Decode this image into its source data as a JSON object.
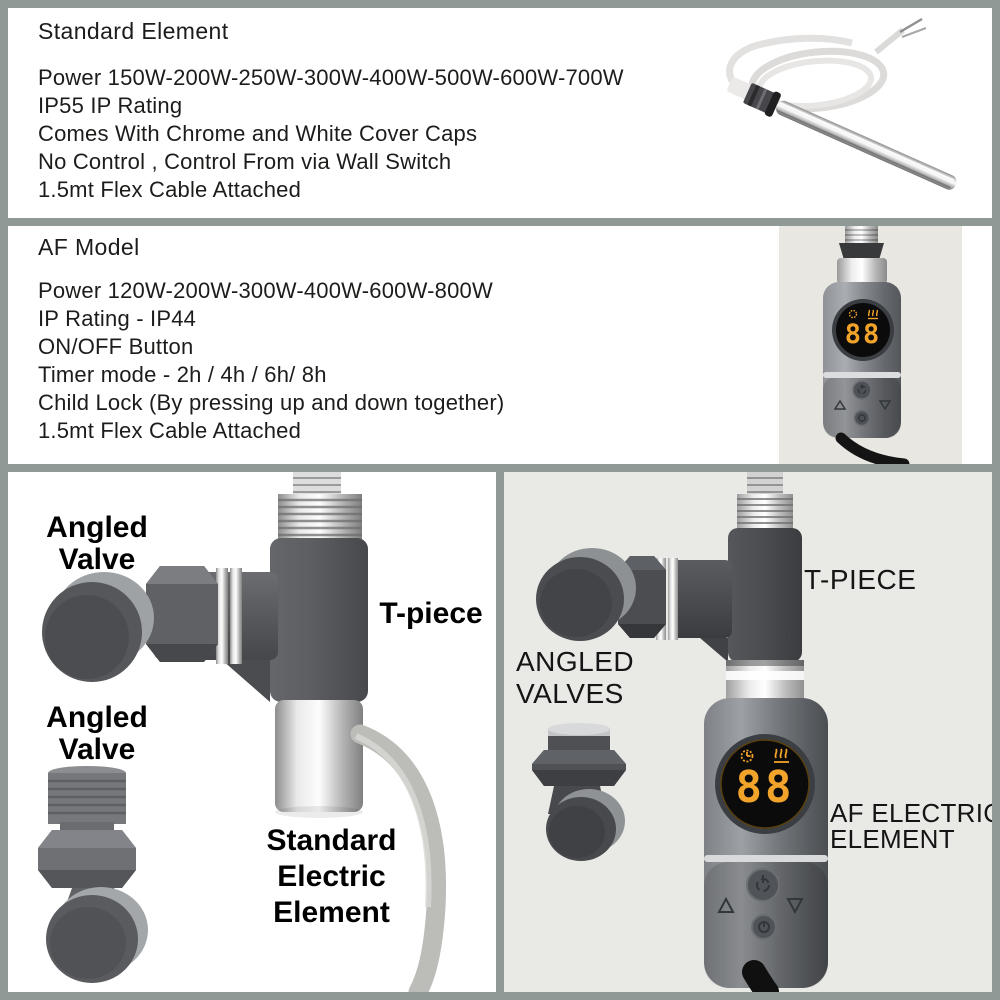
{
  "colors": {
    "frame_border": "#8f9a96",
    "panel_bg": "#ffffff",
    "photo_bg_beige": "#e8e7e2",
    "right_panel_bg": "#e9eae6",
    "text_dark": "#1c1c1a",
    "label_black": "#000000",
    "anthracite": "#55575b",
    "chrome_highlight": "#fdfdfd",
    "display_amber": "#f2a32a",
    "cable_gray": "#bcbcb9"
  },
  "panel_standard": {
    "title": "Standard Element",
    "specs": [
      "Power 150W-200W-250W-300W-400W-500W-600W-700W",
      "IP55 IP Rating",
      "Comes With Chrome and White Cover Caps",
      "No Control , Control From via Wall Switch",
      "1.5mt Flex Cable Attached"
    ],
    "photo": "standard-heating-element-with-coiled-flex-cable"
  },
  "panel_af": {
    "title": "AF Model",
    "specs": [
      "Power 120W-200W-300W-400W-600W-800W",
      "IP Rating - IP44",
      "ON/OFF Button",
      "Timer mode - 2h / 4h / 6h/ 8h",
      "Child Lock (By pressing up and down together)",
      "1.5mt Flex Cable Attached"
    ],
    "display_value": "88",
    "display_icons": [
      "timer-icon",
      "heat-icon"
    ],
    "photo": "af-thermostatic-element-with-display"
  },
  "panel_standard_install": {
    "label_angled_valve_top": "Angled Valve",
    "label_t_piece": "T-piece",
    "label_angled_valve_bottom": "Angled Valve",
    "label_element": "Standard Electric Element"
  },
  "panel_af_install": {
    "label_t_piece": "T-PIECE",
    "label_angled_valves": "ANGLED VALVES",
    "label_element": "AF ELECTRIC ELEMENT",
    "display_value": "88",
    "display_icons": [
      "timer-icon",
      "heat-icon"
    ],
    "buttons": [
      "power-button",
      "up-button",
      "down-button",
      "timer-button"
    ]
  }
}
